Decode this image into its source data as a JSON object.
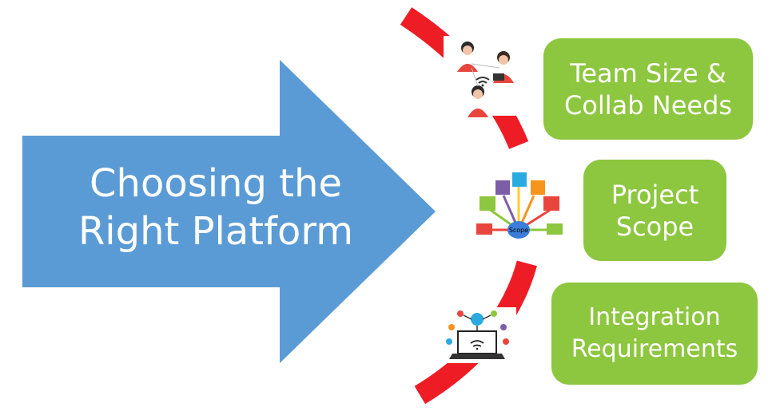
{
  "title": {
    "line1": "Choosing the",
    "line2": "Right Platform"
  },
  "factors": [
    {
      "line1": "Team Size &",
      "line2": "Collab Needs"
    },
    {
      "line1": "Project",
      "line2": "Scope"
    },
    {
      "line1": "Integration",
      "line2": "Requirements"
    }
  ],
  "scope_diagram": {
    "center_label": "Scope"
  },
  "colors": {
    "arrow": "#5b9bd5",
    "boxes": "#8dc63f",
    "dashed_arc": "#ee1c25",
    "text_light": "#ffffff"
  },
  "icons": [
    "team-collaboration-icon",
    "scope-mindmap-icon",
    "laptop-integration-icon"
  ]
}
